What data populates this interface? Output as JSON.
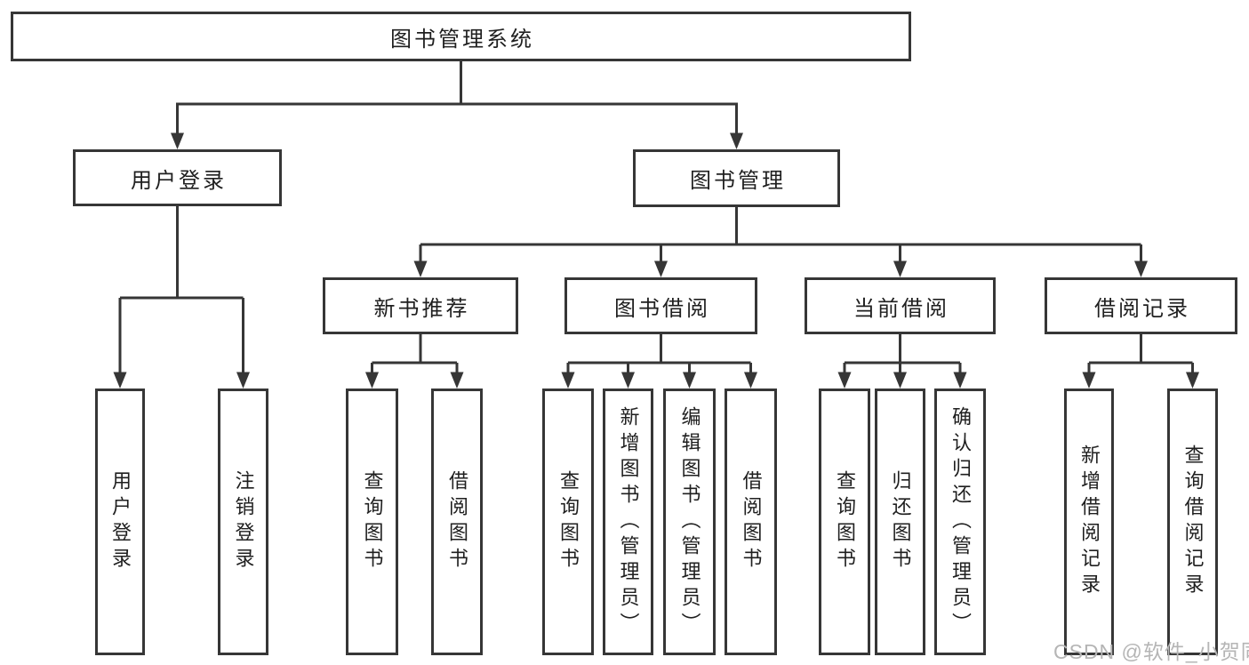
{
  "tree": {
    "root": {
      "label": "图书管理系统",
      "children": [
        {
          "label": "用户登录",
          "children": [
            {
              "label": "用户登录"
            },
            {
              "label": "注销登录"
            }
          ]
        },
        {
          "label": "图书管理",
          "children": [
            {
              "label": "新书推荐",
              "children": [
                {
                  "label": "查询图书"
                },
                {
                  "label": "借阅图书"
                }
              ]
            },
            {
              "label": "图书借阅",
              "children": [
                {
                  "label": "查询图书"
                },
                {
                  "label": "新增图书（管理员）"
                },
                {
                  "label": "编辑图书（管理员）"
                },
                {
                  "label": "借阅图书"
                }
              ]
            },
            {
              "label": "当前借阅",
              "children": [
                {
                  "label": "查询图书"
                },
                {
                  "label": "归还图书"
                },
                {
                  "label": "确认归还（管理员）"
                }
              ]
            },
            {
              "label": "借阅记录",
              "children": [
                {
                  "label": "新增借阅记录"
                },
                {
                  "label": "查询借阅记录"
                }
              ]
            }
          ]
        }
      ]
    }
  },
  "watermark": {
    "text": "CSDN @软件_小贺同学"
  },
  "colors": {
    "line": "#363636",
    "text": "#1f1f1f",
    "background": "#ffffff",
    "watermark_color": "#b5b5b5"
  }
}
